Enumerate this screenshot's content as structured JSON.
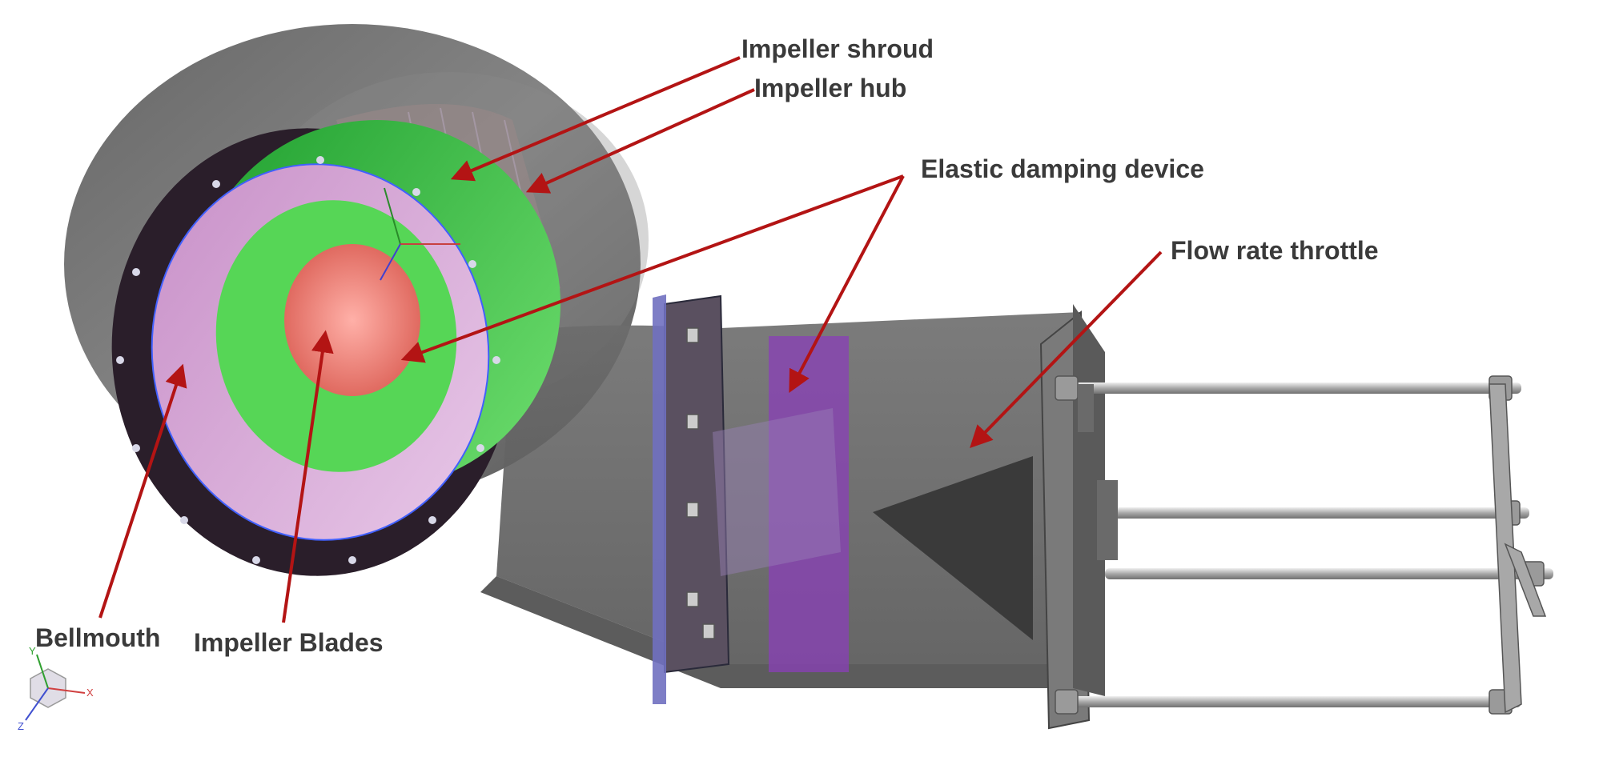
{
  "labels": {
    "impeller_shroud": "Impeller shroud",
    "impeller_hub": "Impeller hub",
    "elastic_damping_device": "Elastic damping device",
    "flow_rate_throttle": "Flow rate throttle",
    "bellmouth": "Bellmouth",
    "impeller_blades": "Impeller Blades"
  },
  "triad": {
    "x": "X",
    "y": "Y",
    "z": "Z"
  },
  "colors": {
    "arrow": "#b31414",
    "label": "#3a3a3a",
    "casing": "#6b6b6b",
    "flange_ring": "#2a1e2a",
    "bellmouth_inner": "#d8a8d8",
    "green_ring": "#3fbf3f",
    "damper_purple": "#8a3fb8"
  }
}
